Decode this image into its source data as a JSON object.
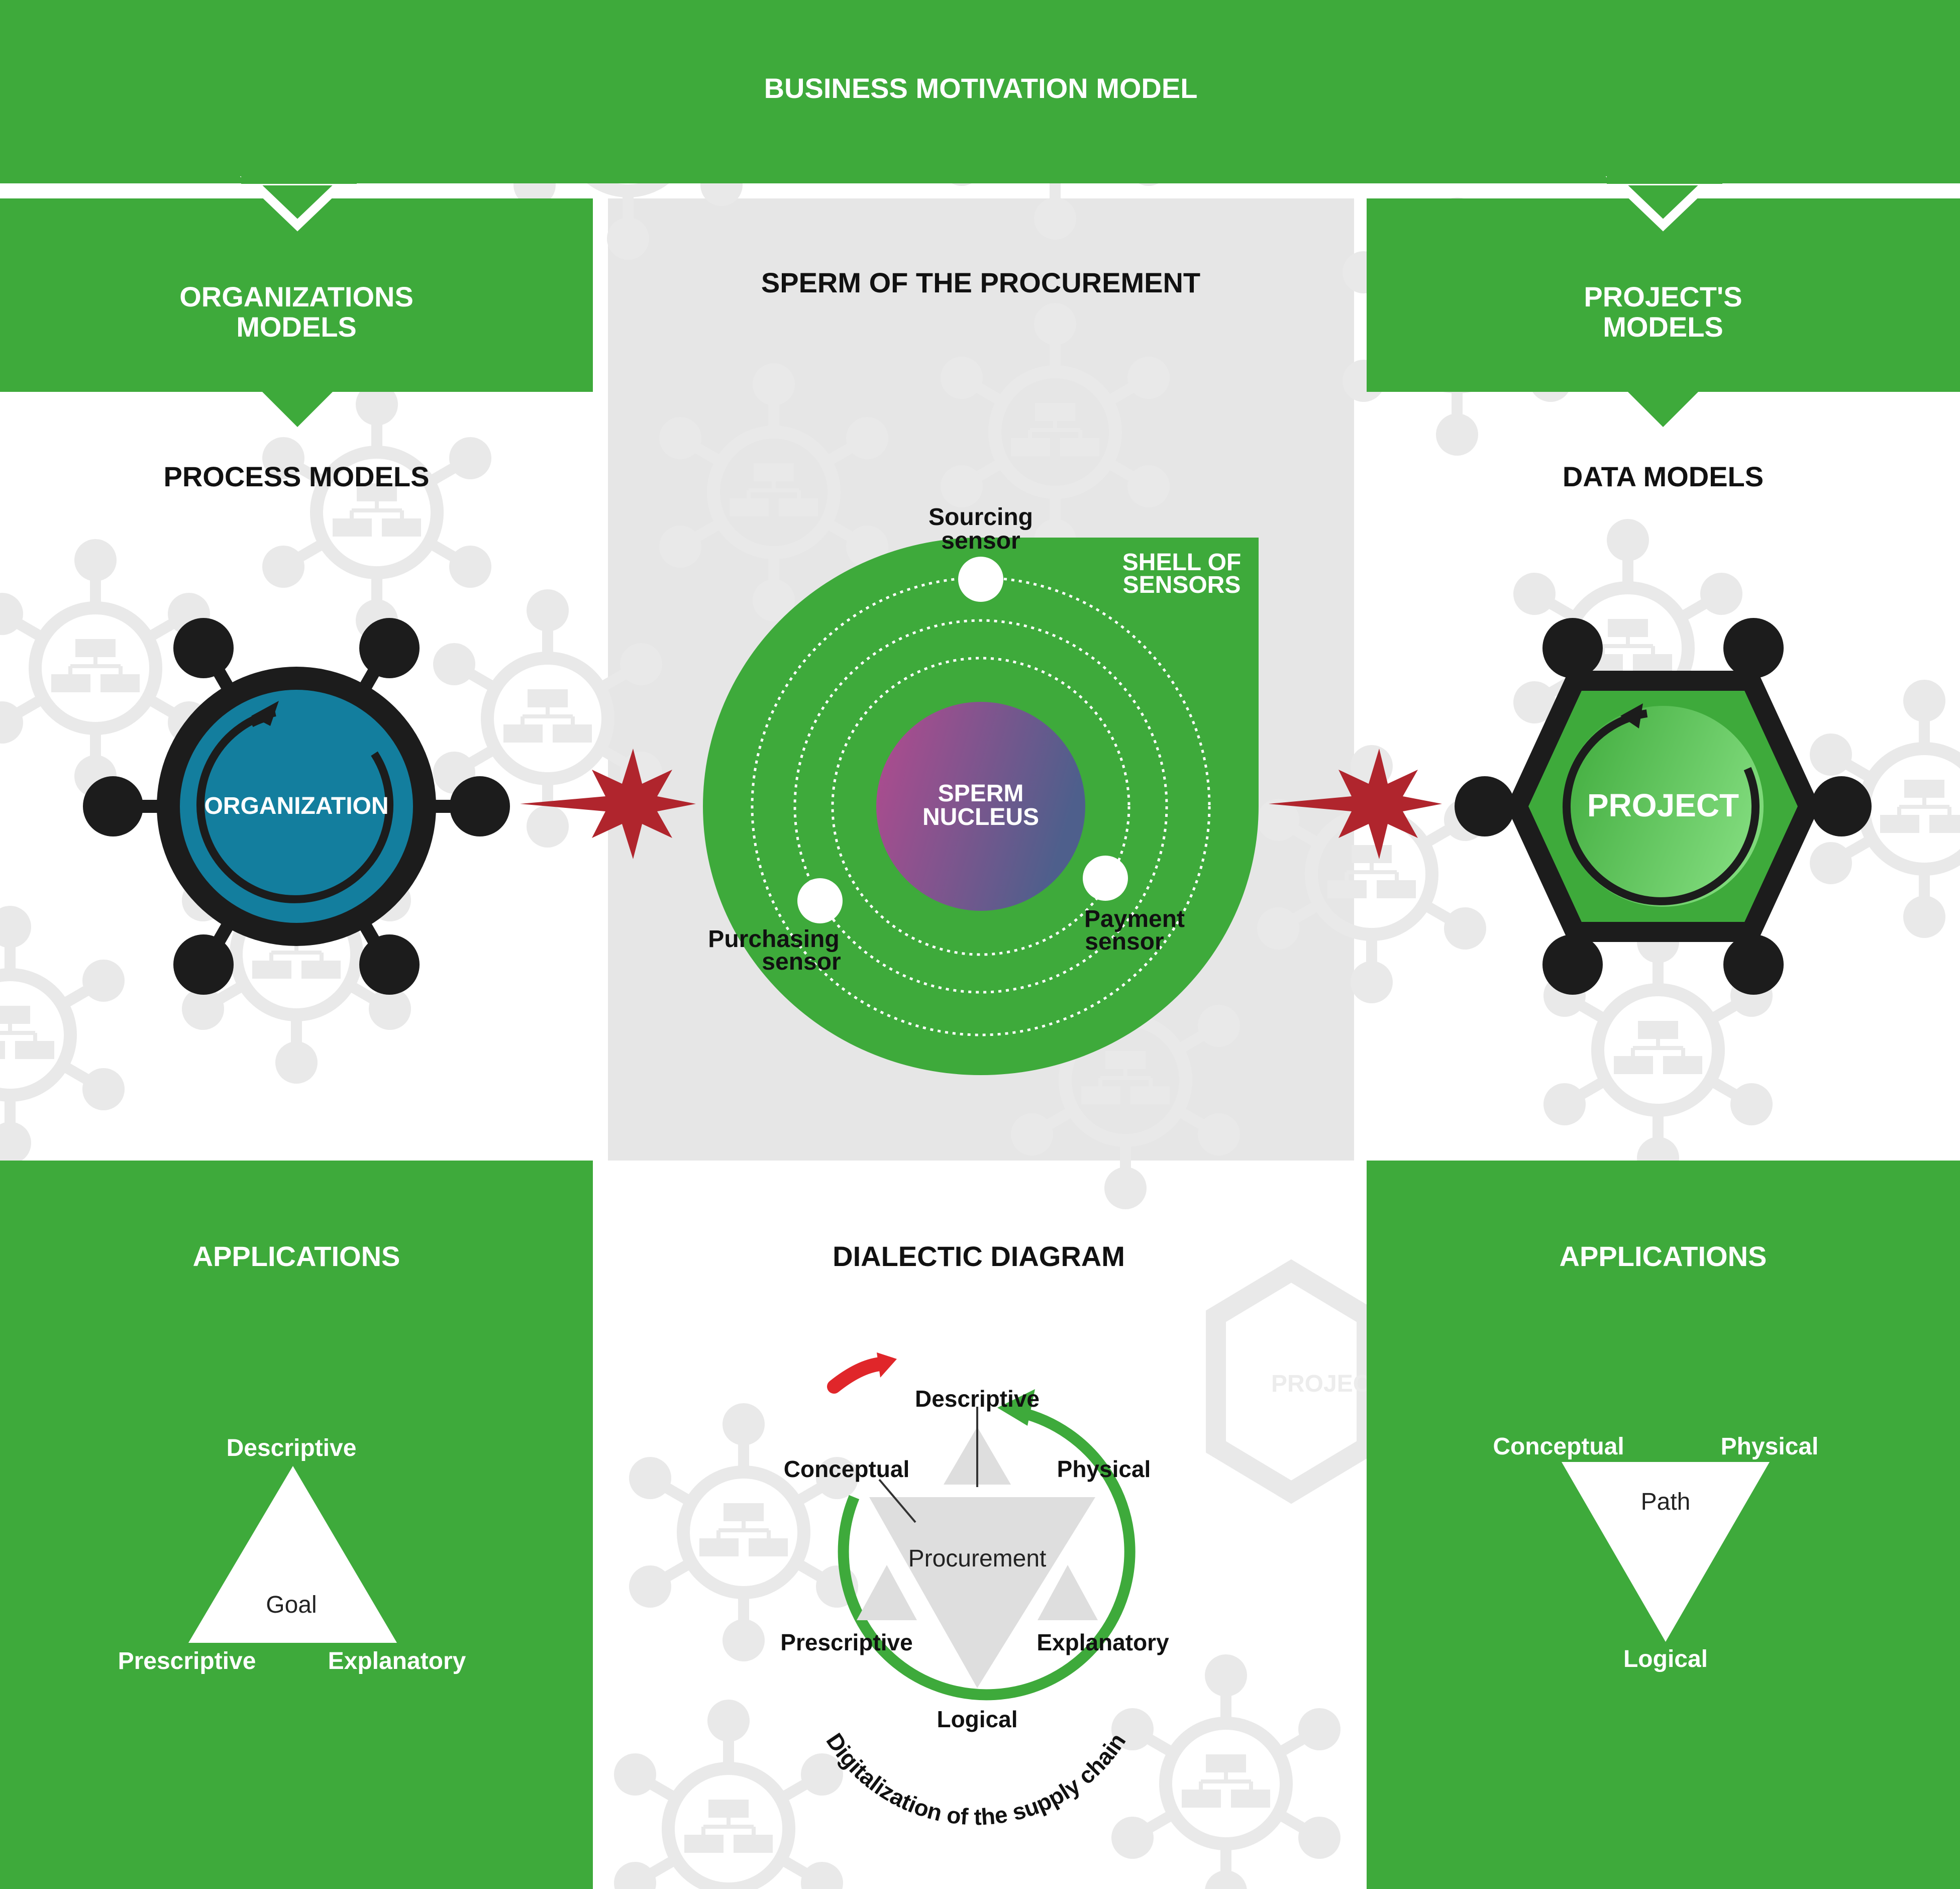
{
  "colors": {
    "green": "#3eaa3b",
    "light_gray": "#e6e6e6",
    "watermark": "#e9e9e9",
    "dark": "#1c1c1c",
    "teal": "#137e9e",
    "star_red": "#b0252d",
    "nucleus_from": "#b34a8f",
    "nucleus_to": "#4e5f8c",
    "arrow_red": "#e0262a"
  },
  "header": {
    "title": "BUSINESS MOTIVATION MODEL"
  },
  "left": {
    "banner_line1": "ORGANIZATIONS",
    "banner_line2": "MODELS",
    "subtitle": "PROCESS MODELS",
    "node_label": "ORGANIZATION",
    "applications": {
      "title": "APPLICATIONS",
      "top": "Descriptive",
      "center": "Goal",
      "bottom_left": "Prescriptive",
      "bottom_right": "Explanatory"
    }
  },
  "center": {
    "title": "SPERM OF THE PROCUREMENT",
    "shell_line1": "SHELL OF",
    "shell_line2": "SENSORS",
    "nucleus_line1": "SPERM",
    "nucleus_line2": "NUCLEUS",
    "sensors": {
      "sourcing_line1": "Sourcing",
      "sourcing_line2": "sensor",
      "purchasing_line1": "Purchasing",
      "purchasing_line2": "sensor",
      "payment_line1": "Payment",
      "payment_line2": "sensor"
    },
    "dialectic": {
      "title": "DIALECTIC DIAGRAM",
      "top": "Descriptive",
      "upper_left": "Conceptual",
      "upper_right": "Physical",
      "center": "Procurement",
      "lower_left": "Prescriptive",
      "lower_right": "Explanatory",
      "bottom": "Logical",
      "arc_text": "Digitalization of the supply chain"
    }
  },
  "right": {
    "banner_line1": "PROJECT'S",
    "banner_line2": "MODELS",
    "subtitle": "DATA MODELS",
    "node_label": "PROJECT",
    "applications": {
      "title": "APPLICATIONS",
      "top_left": "Conceptual",
      "top_right": "Physical",
      "center": "Path",
      "bottom": "Logical"
    }
  },
  "watermark_text": "PROJEC"
}
